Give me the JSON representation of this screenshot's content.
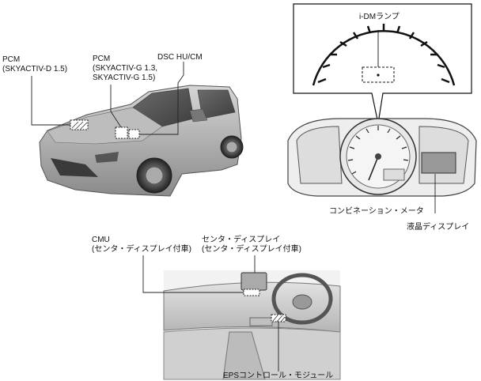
{
  "labels": {
    "pcm_d": [
      "PCM",
      "(SKYACTIV-D 1.5)"
    ],
    "pcm_g": [
      "PCM",
      "(SKYACTIV-G 1.3,",
      "SKYACTIV-G 1.5)"
    ],
    "dsc": "DSC HU/CM",
    "idm_lamp": "i-DMランプ",
    "combination_meter": "コンビネーション・メータ",
    "lcd_display": "液晶ディスプレイ",
    "cmu": [
      "CMU",
      "(センタ・ディスプレイ付車)"
    ],
    "center_display": [
      "センタ・ディスプレイ",
      "(センタ・ディスプレイ付車)"
    ],
    "eps": "EPSコントロール・モジュール"
  }
}
